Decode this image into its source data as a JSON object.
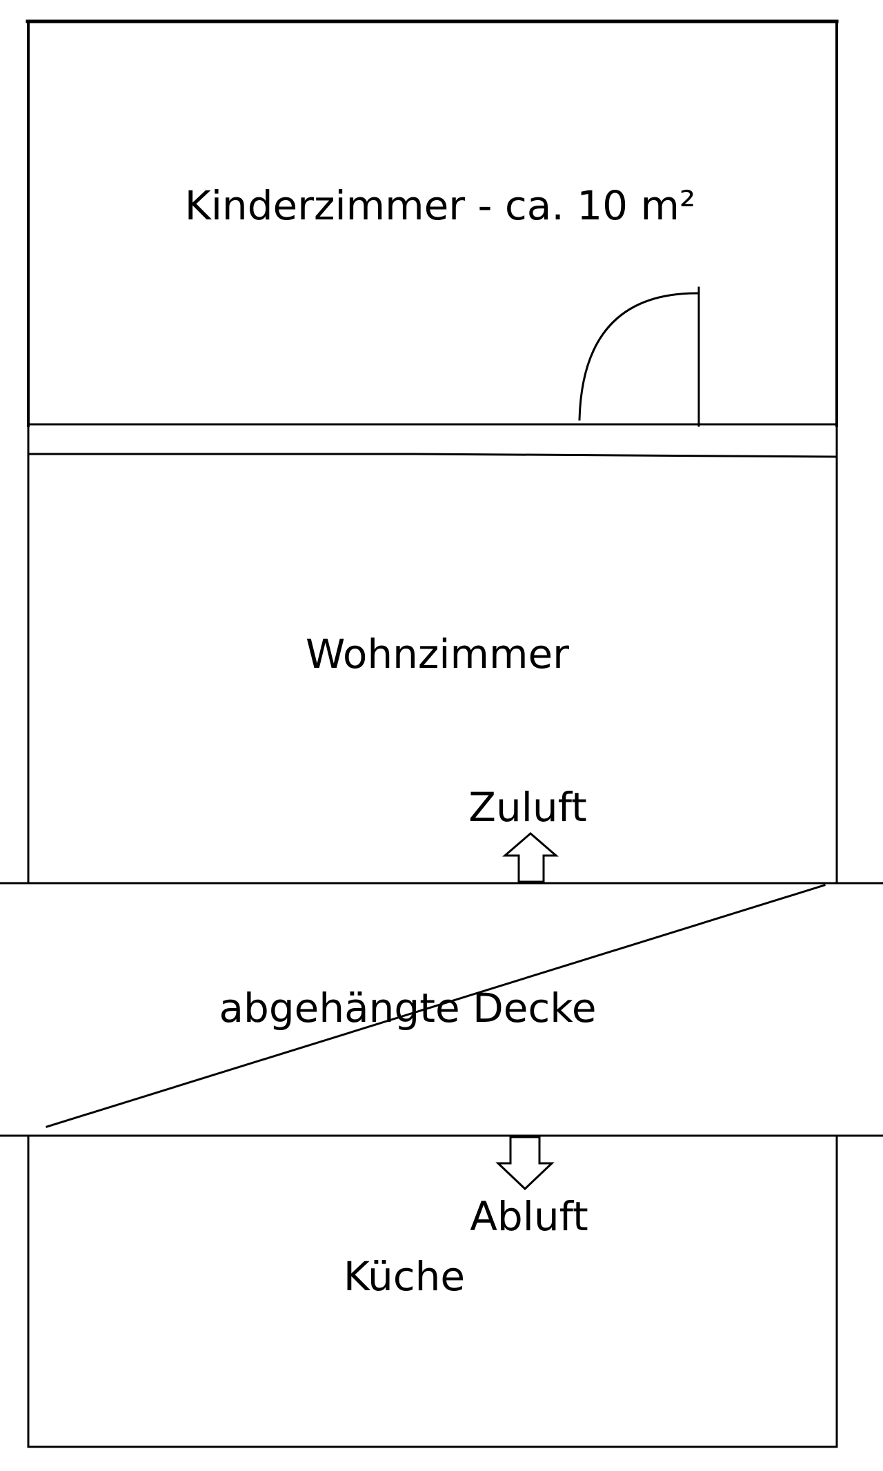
{
  "rooms": {
    "kinderzimmer": "Kinderzimmer - ca. 10 m²",
    "wohnzimmer": "Wohnzimmer",
    "decke": "abgehängte Decke",
    "kueche": "Küche"
  },
  "airflow": {
    "supply": "Zuluft",
    "exhaust": "Abluft"
  }
}
